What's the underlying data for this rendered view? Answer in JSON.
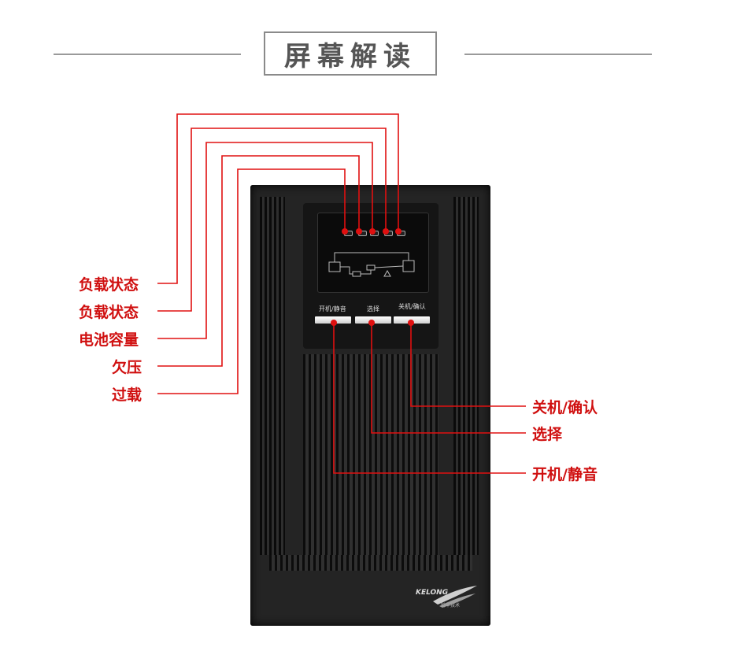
{
  "title": "屏幕解读",
  "left_labels": [
    "负载状态",
    "负载状态",
    "电池容量",
    "欠压",
    "过载"
  ],
  "right_labels": [
    "关机/确认",
    "选择",
    "开机/静音"
  ],
  "panel": {
    "button_labels": [
      "开机/静音",
      "选择",
      "关机/确认"
    ],
    "brand": "KELONG",
    "brand_sub": "科华技术"
  },
  "colors": {
    "accent": "#e01010",
    "title_gray": "#555555",
    "body": "#242424"
  }
}
